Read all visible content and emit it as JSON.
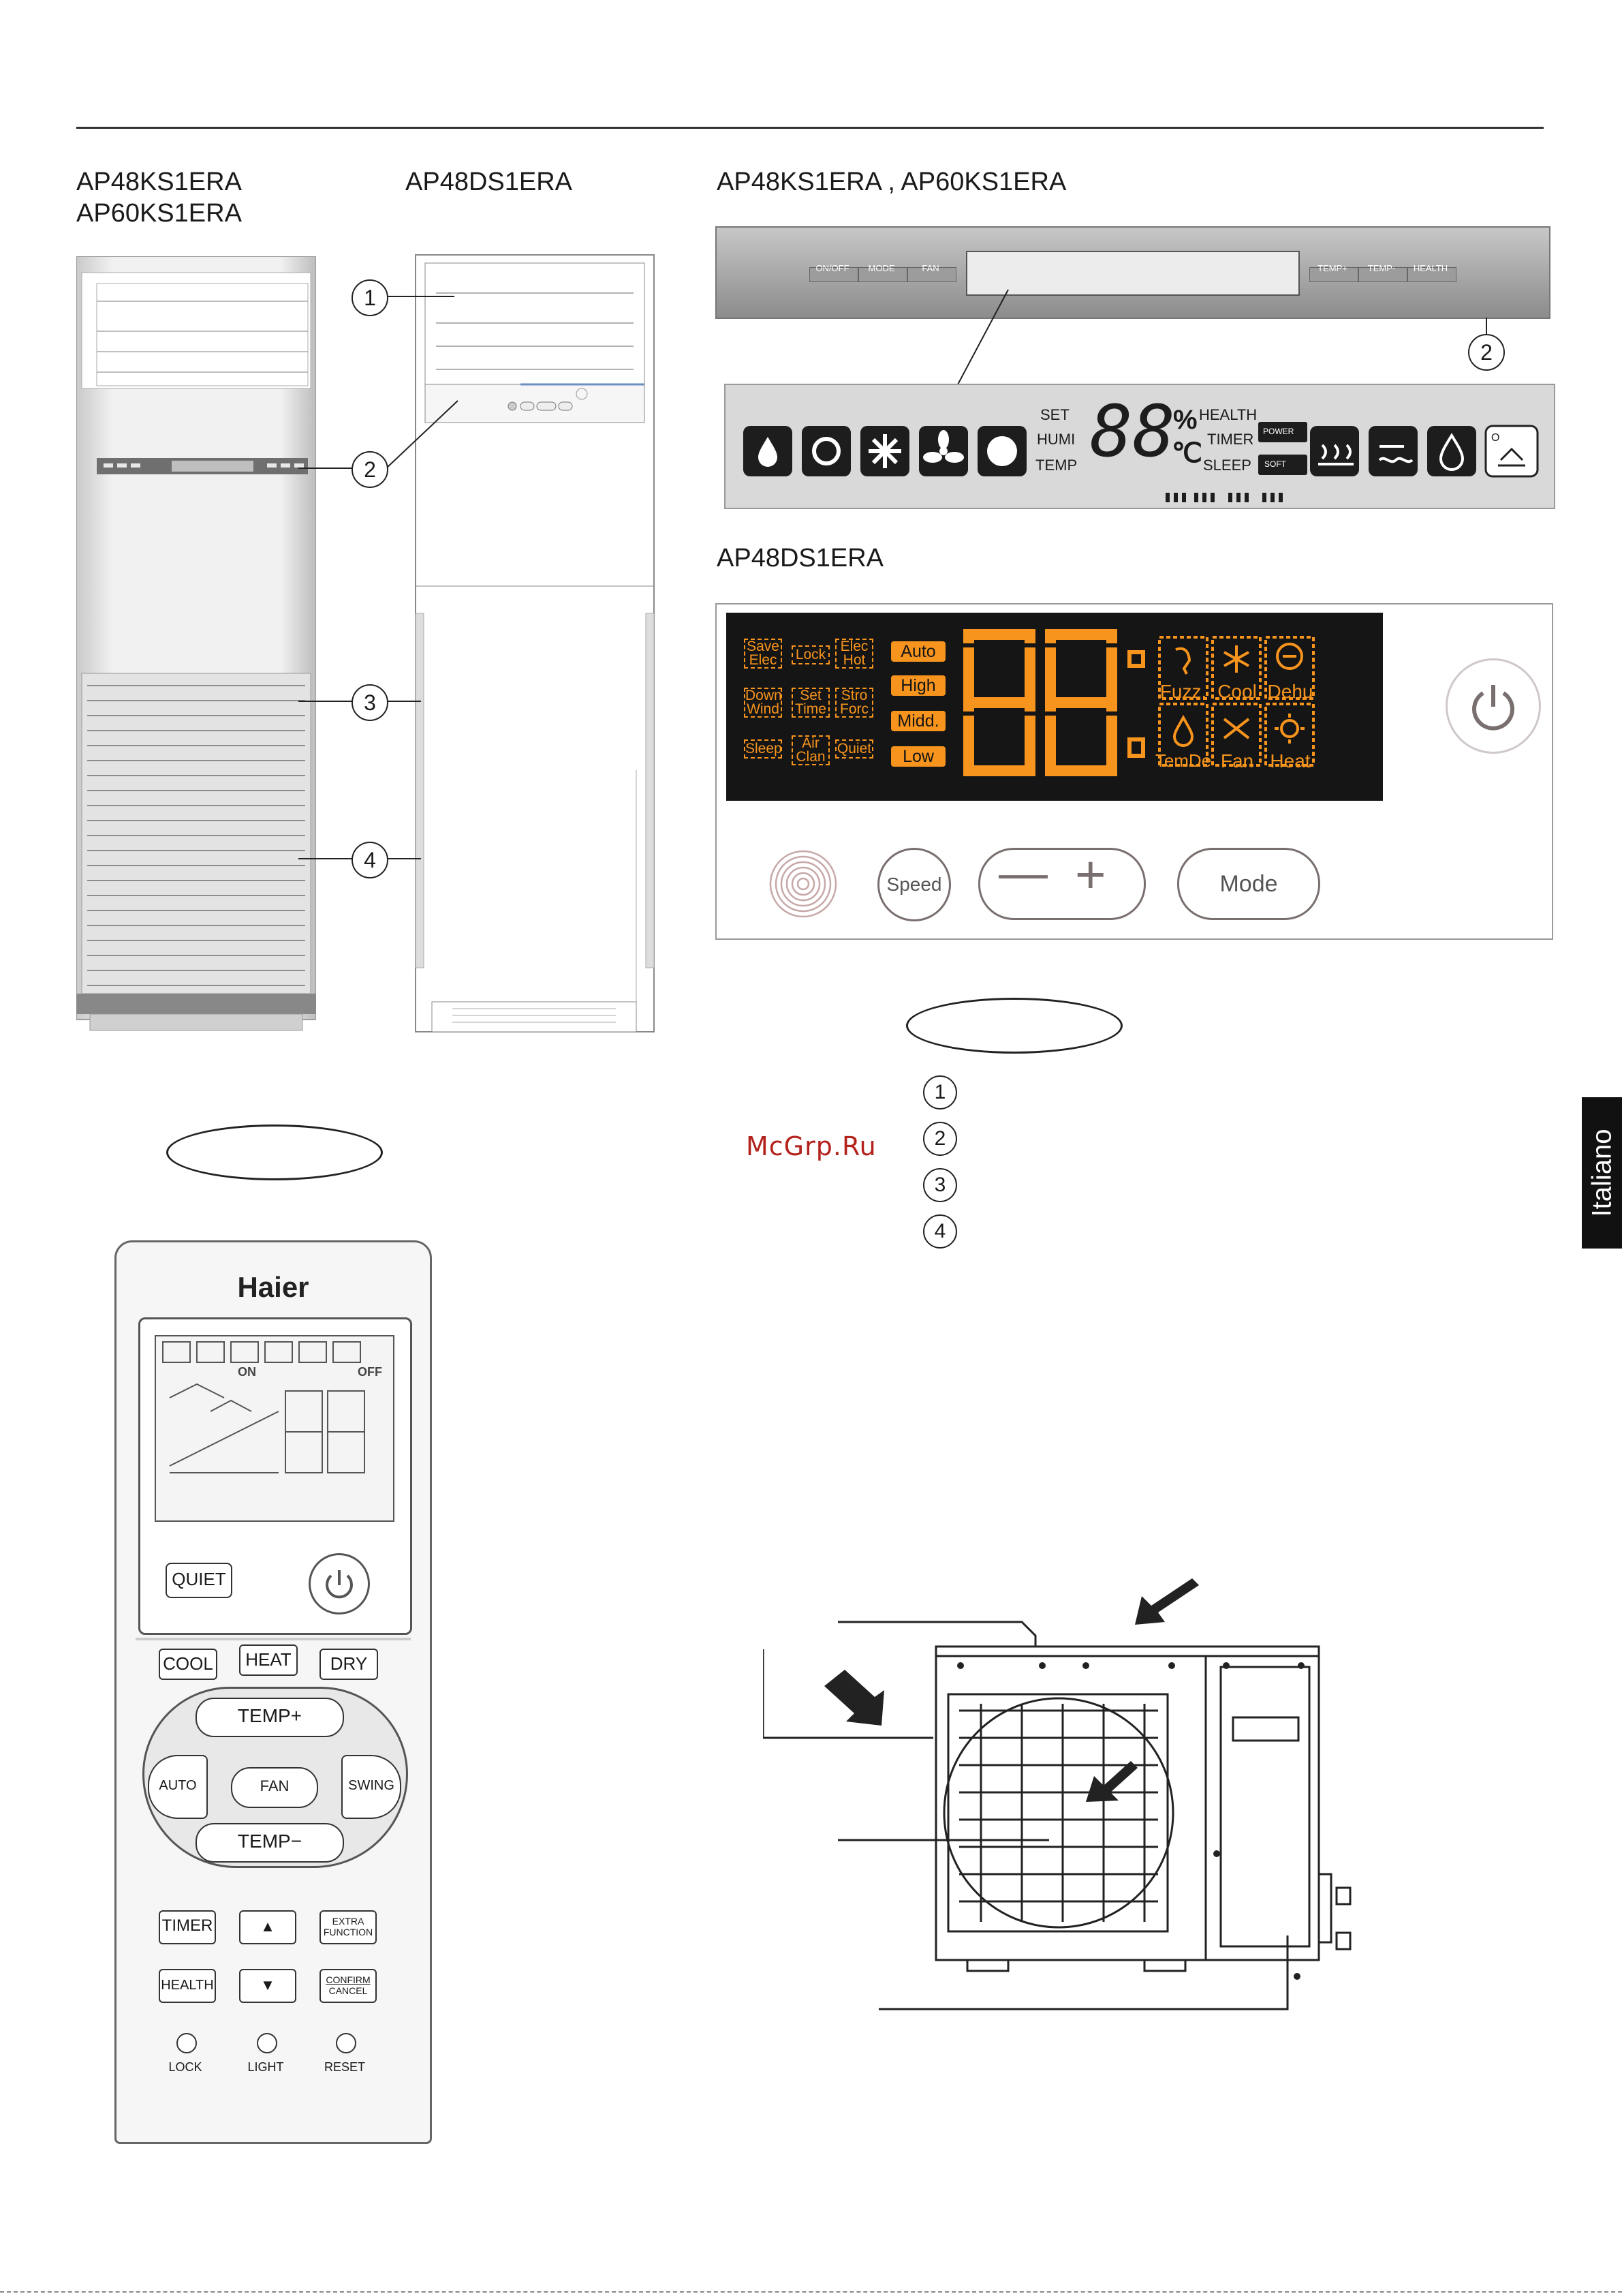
{
  "models": {
    "left_col1": [
      "AP48KS1ERA",
      "AP60KS1ERA"
    ],
    "left_col2": "AP48DS1ERA",
    "panel_a_title": "AP48KS1ERA , AP60KS1ERA",
    "panel_b_title": "AP48DS1ERA"
  },
  "callouts": [
    "1",
    "2",
    "3",
    "4"
  ],
  "panel_a": {
    "buttons_left": [
      "ON/OFF",
      "MODE",
      "FAN"
    ],
    "buttons_right": [
      "TEMP+",
      "TEMP-",
      "HEALTH"
    ],
    "small_labels": [
      "SET",
      "HUMI",
      "TEMP",
      "HEALTH",
      "TIMER",
      "SLEEP"
    ]
  },
  "display_a": {
    "left_labels": [
      "SET",
      "HUMI",
      "TEMP"
    ],
    "digits": "88",
    "units": [
      "%",
      "℃"
    ],
    "right_labels": [
      "HEALTH",
      "TIMER",
      "SLEEP"
    ],
    "power_label": "POWER",
    "soft_label": "SOFT",
    "icons": [
      "dehumidify-icon",
      "auto-icon",
      "cool-icon",
      "fan-icon",
      "heat-icon",
      "health-icon",
      "humidify-icon",
      "water-icon",
      "fresh-air-icon"
    ]
  },
  "display_b": {
    "col1": [
      "Save Elec",
      "Down Wind",
      "Sleep"
    ],
    "col2": [
      "Lock",
      "Set Time",
      "Air Clan"
    ],
    "col3": [
      "Elec Hot",
      "Stro Forc",
      "Quiet"
    ],
    "speeds": [
      "Auto",
      "High",
      "Midd.",
      "Low"
    ],
    "modes": [
      "Fuzz.",
      "Cool",
      "Dehu",
      "TemDe",
      "Fan",
      "Heat"
    ],
    "accent": "#f7941d"
  },
  "panel_b_buttons": {
    "speed": "Speed",
    "minus": "—",
    "plus": "+",
    "mode": "Mode"
  },
  "watermark": "McGrp.Ru",
  "language_tab": "Italiano",
  "remote": {
    "brand": "Haier",
    "quiet": "QUIET",
    "cool": "COOL",
    "heat": "HEAT",
    "dry": "DRY",
    "temp_plus": "TEMP+",
    "temp_minus": "TEMP−",
    "auto": "AUTO",
    "fan": "FAN",
    "swing": "SWING",
    "timer": "TIMER",
    "extra1": "EXTRA",
    "extra2": "FUNCTION",
    "health": "HEALTH",
    "confirm": "CONFIRM",
    "cancel": "CANCEL",
    "lock": "LOCK",
    "light": "LIGHT",
    "reset": "RESET",
    "lcd_on": "ON",
    "lcd_off": "OFF"
  }
}
